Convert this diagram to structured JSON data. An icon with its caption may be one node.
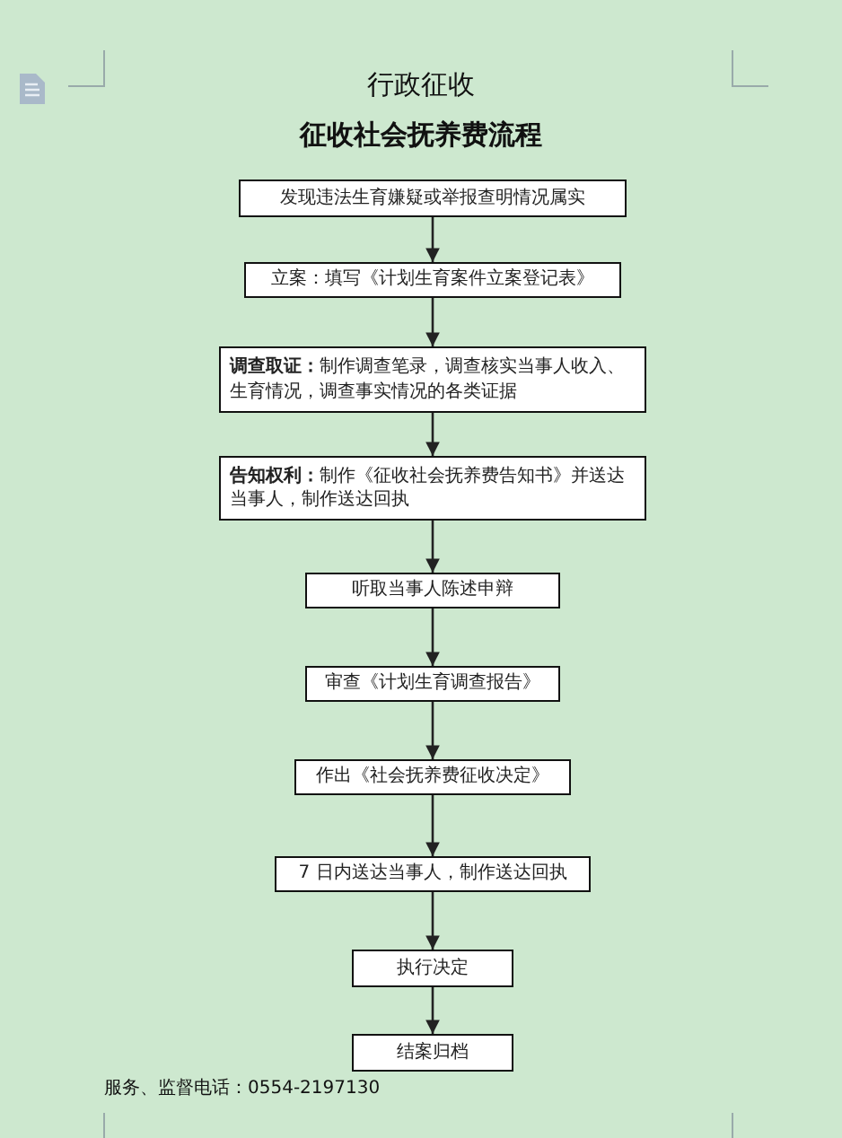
{
  "diagram": {
    "title": "行政征收",
    "nodes": [
      {
        "text": [
          "发现违法生育嫌疑或举报查明情况属实"
        ]
      },
      {
        "text": [
          "立案：填写《计划生育案件立案登记表》"
        ]
      },
      {
        "text": [
          "**调查取证：**制作调查笔录，调查核实当事人收入、生育情况，调查事实情况的各类证据"
        ]
      },
      {
        "text": [
          "**告知权利：**制作《征收社会抚养费告知书》并送达当事人，制作送达回执"
        ]
      },
      {
        "text": [
          "听取当事人陈述申辩"
        ]
      },
      {
        "text": [
          "审查《计划生育调查报告》"
        ]
      },
      {
        "text": [
          "作出《社会抚养费征收决定》"
        ]
      },
      {
        "text": [
          "7 日内送达当事人，制作送达回执"
        ]
      },
      {
        "text": [
          "执行决定"
        ]
      },
      {
        "text": [
          "结案归档"
        ]
      }
    ],
    "edges": [
      {
        "from": 0,
        "to": 1,
        "arrow": "to"
      },
      {
        "from": 1,
        "to": 2,
        "arrow": "to"
      },
      {
        "from": 2,
        "to": 3,
        "arrow": "to"
      },
      {
        "from": 3,
        "to": 4,
        "arrow": "to"
      },
      {
        "from": 4,
        "to": 5,
        "arrow": "to"
      },
      {
        "from": 5,
        "to": 6,
        "arrow": "to"
      },
      {
        "from": 6,
        "to": 7,
        "arrow": "to"
      },
      {
        "from": 7,
        "to": 8,
        "arrow": "to"
      },
      {
        "from": 8,
        "to": 9,
        "arrow": "to"
      }
    ],
    "labels": [
      "征收社会抚养费流程",
      "服务、监督电话：0554-2197130"
    ]
  }
}
